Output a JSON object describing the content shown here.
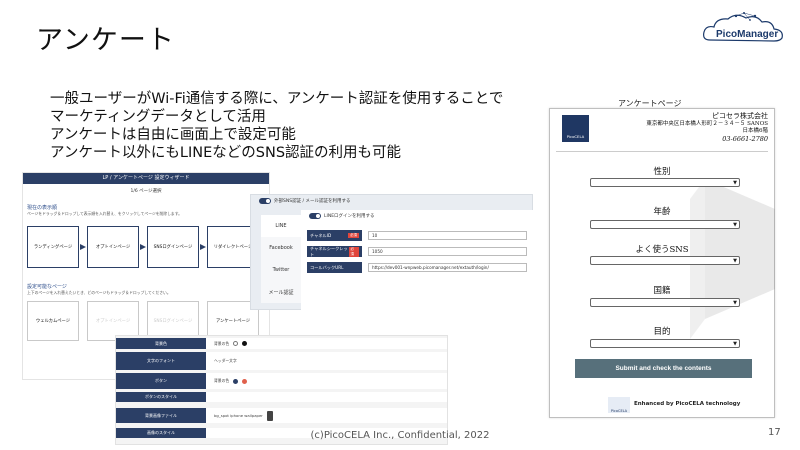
{
  "slide": {
    "title": "アンケート",
    "page_number": "17",
    "footer": "(c)PicoCELA Inc., Confidential, 2022"
  },
  "logo": {
    "text": "PicoManager"
  },
  "bullets": [
    "一般ユーザーがWi-Fi通信する際に、アンケート認証を使用することで",
    "マーケティングデータとして活用",
    "アンケートは自由に画面上で設定可能",
    "アンケート以外にもLINEなどのSNS認証の利用も可能"
  ],
  "wizard": {
    "header": "LP / アンケートページ 設定ウィザード",
    "step": "1/6 ページ選択",
    "current_heading": "現在の表示順",
    "current_note": "ページをドラッグ＆ドロップして表示順を入れ替え、をクリックしてページを削除します。",
    "flow": [
      "ランディングページ",
      "オプトインページ",
      "SNSログインページ",
      "リダイレクトページ"
    ],
    "available_heading": "設定可能なページ",
    "available_note": "上下のページを入れ替えたいとき、どのページもドラッグ＆ドロップしてください。",
    "available": [
      "ウェルカムページ",
      "オプトインページ",
      "SNSログインページ",
      "アンケートページ"
    ]
  },
  "auth": {
    "header": "外部SNS認証 / メール認証を利用する",
    "tabs": [
      "LINE",
      "Facebook",
      "Twitter",
      "メール認証"
    ],
    "line_header": "LINEログインを利用する",
    "required": "必須",
    "fields": [
      {
        "label": "チャネルID",
        "value": "10"
      },
      {
        "label": "チャネルシークレット",
        "value": "1050"
      },
      {
        "label": "コールバックURL",
        "value": "https://dev001-wnpweb.picomanager.net/extauth/login/"
      }
    ]
  },
  "settings": {
    "rows": [
      {
        "label": "背景色",
        "value": "背景の色"
      },
      {
        "label": "文字のフォント",
        "value": "ヘッダー文字"
      },
      {
        "label": "ボタン",
        "value": "背景の色"
      },
      {
        "label": "ボタンのスタイル",
        "value": ""
      },
      {
        "label": "背景画像ファイル",
        "value": "bg_spot iphone wallpaper"
      },
      {
        "label": "画像のスタイル",
        "value": ""
      }
    ]
  },
  "survey": {
    "caption": "アンケートページ",
    "logo_text": "PicoCELA",
    "company": {
      "name": "ピコセラ株式会社",
      "address": "東京都中央区日本橋人形町２－３４－５ SANOS",
      "address2": "日本橋6階",
      "phone": "03-6661-2780"
    },
    "questions": [
      "性別",
      "年齢",
      "よく使うSNS",
      "国籍",
      "目的"
    ],
    "submit_label": "Submit and check the contents",
    "enhanced_by": "Enhanced by PicoCELA technology"
  },
  "colors": {
    "navy": "#2b3f66",
    "submit": "#57707b",
    "required": "#e0463c"
  }
}
